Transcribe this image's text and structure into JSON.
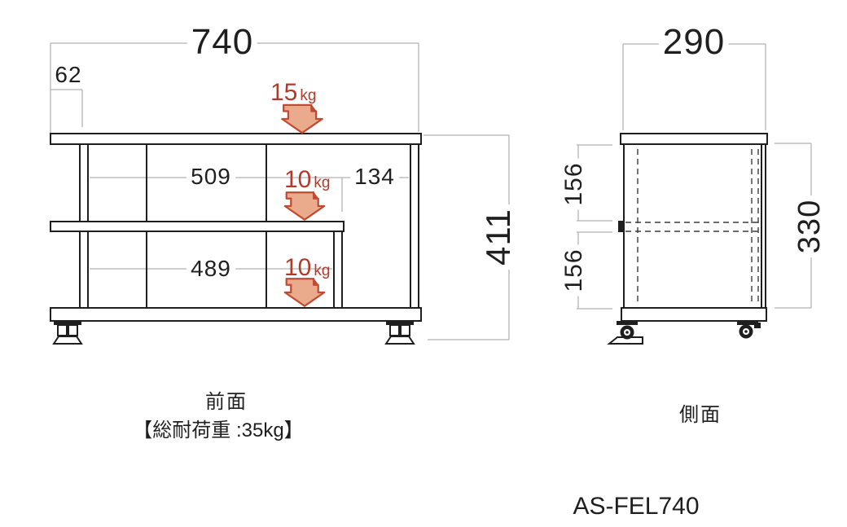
{
  "model": "AS-FEL740",
  "colors": {
    "line": "#1f1f1f",
    "dim_line": "#bdbdbd",
    "accent_red": "#b23a2a",
    "arrow_fill": "#eaab8c",
    "arrow_stroke": "#c04a32"
  },
  "front_view": {
    "caption": "前面",
    "capacity_note": "【総耐荷重 :35kg】",
    "dims": {
      "overall_width": "740",
      "left_offset": "62",
      "upper_shelf_width": "509",
      "right_opening_width": "134",
      "lower_shelf_width": "489",
      "overall_height": "411"
    },
    "loads": {
      "top": {
        "num": "15",
        "unit": "kg"
      },
      "middle": {
        "num": "10",
        "unit": "kg"
      },
      "bottom": {
        "num": "10",
        "unit": "kg"
      }
    }
  },
  "side_view": {
    "caption": "側面",
    "dims": {
      "overall_depth": "290",
      "upper_section_height": "156",
      "lower_section_height": "156",
      "inner_height": "330"
    }
  }
}
